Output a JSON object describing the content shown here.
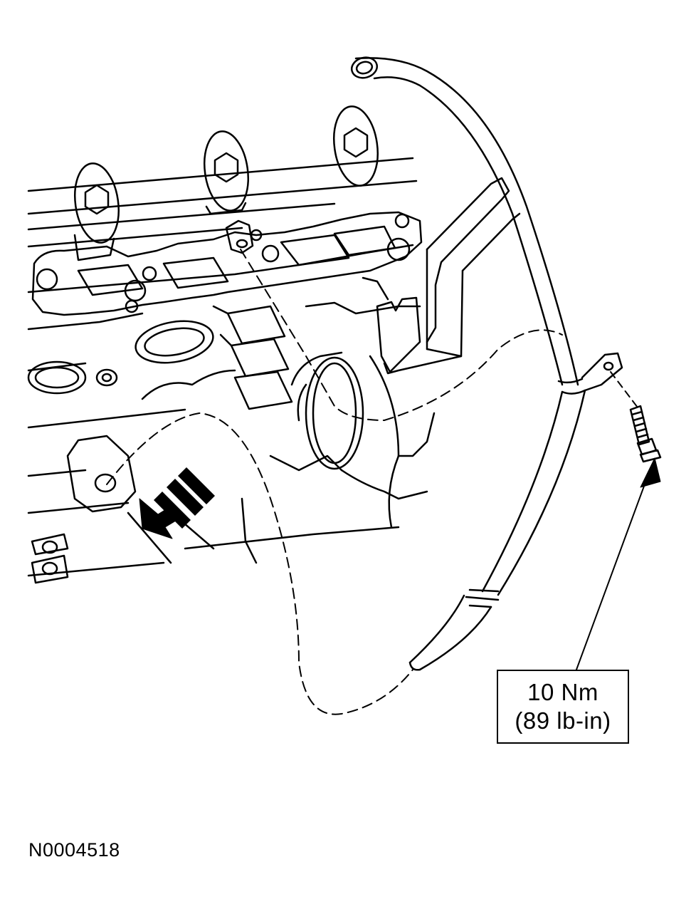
{
  "diagram": {
    "components": [
      {
        "name": "engine-block",
        "icon": "engine-block-icon"
      },
      {
        "name": "oil-level-indicator-tube",
        "icon": "tube-icon"
      },
      {
        "name": "tube-mounting-bolt",
        "icon": "bolt-icon"
      },
      {
        "name": "vehicle-front-direction",
        "icon": "direction-arrow-icon"
      }
    ],
    "line_color": "#000000",
    "background_color": "#ffffff"
  },
  "torque_spec": {
    "metric": "10 Nm",
    "imperial": "(89 lb-in)"
  },
  "figure_id": "N0004518"
}
